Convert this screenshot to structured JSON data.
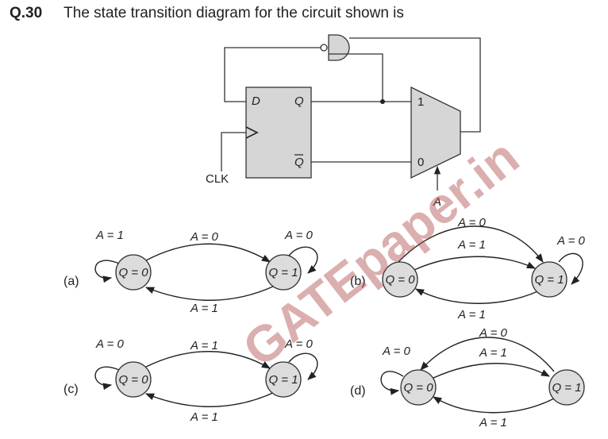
{
  "question": {
    "number": "Q.30",
    "text": "The state transition diagram for the circuit shown is"
  },
  "circuit": {
    "ff_d": "D",
    "ff_q": "Q",
    "ff_qbar": "Q",
    "clk": "CLK",
    "mux_in1": "1",
    "mux_in0": "0",
    "mux_sel": "A"
  },
  "watermark": "GATEpaper.in",
  "options": [
    {
      "label": "(a)",
      "s0": "Q = 0",
      "s1": "Q = 1",
      "t_self0": "A = 1",
      "t_top": "A = 0",
      "t_self1": "A = 0",
      "t_bottom": "A = 1"
    },
    {
      "label": "(b)",
      "s0": "Q = 0",
      "s1": "Q = 1",
      "t_top1": "A = 0",
      "t_top2": "A = 1",
      "t_self1": "A = 0",
      "t_bottom": "A = 1"
    },
    {
      "label": "(c)",
      "s0": "Q = 0",
      "s1": "Q = 1",
      "t_self0": "A = 0",
      "t_top": "A = 1",
      "t_self1": "A = 0",
      "t_bottom": "A = 1"
    },
    {
      "label": "(d)",
      "s0": "Q = 0",
      "s1": "Q = 1",
      "t_self0": "A = 0",
      "t_top1": "A = 0",
      "t_top2": "A = 1",
      "t_bottom": "A = 1"
    }
  ]
}
